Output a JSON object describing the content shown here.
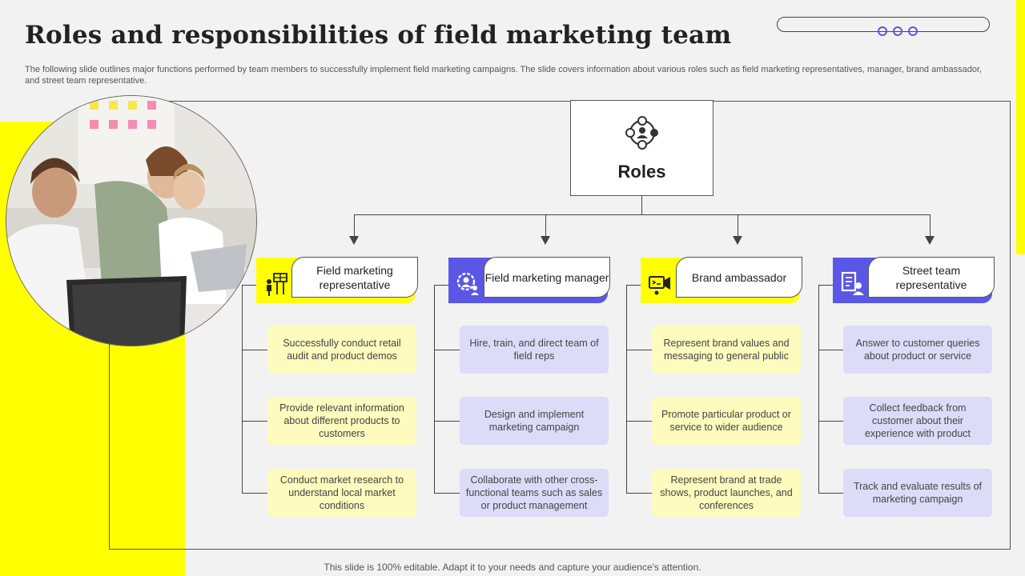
{
  "title": "Roles and responsibilities of field marketing team",
  "subtitle": "The following slide outlines major functions performed by team members to successfully implement field marketing campaigns. The slide covers information about various roles such as field marketing representatives, manager, brand ambassador, and street team representative.",
  "footer": "This slide is 100% editable. Adapt it to your needs and capture your audience's attention.",
  "root": {
    "label": "Roles",
    "icon": "team-roles-icon"
  },
  "colors": {
    "yellow": "#ffff00",
    "purple": "#5a57e6",
    "card_yellow": "#fdfbbd",
    "card_purple": "#dcdcf9"
  },
  "roles": [
    {
      "title": "Field marketing representative",
      "icon": "field-stand-icon",
      "accent": "yellow",
      "items": [
        "Successfully conduct retail audit and product demos",
        "Provide relevant information about different products to customers",
        "Conduct market research to understand local market conditions"
      ]
    },
    {
      "title": "Field marketing manager",
      "icon": "team-settings-icon",
      "accent": "purple",
      "items": [
        "Hire, train, and direct team of field reps",
        "Design and implement marketing campaign",
        "Collaborate with other cross-functional teams such as sales or product management"
      ]
    },
    {
      "title": "Brand ambassador",
      "icon": "brand-megaphone-icon",
      "accent": "yellow",
      "items": [
        "Represent brand values and messaging to general public",
        "Promote particular product or service to wider audience",
        "Represent brand at trade shows, product launches, and conferences"
      ]
    },
    {
      "title": "Street team representative",
      "icon": "representative-document-icon",
      "accent": "purple",
      "items": [
        "Answer to customer queries about product or service",
        "Collect feedback from customer about their experience with product",
        "Track and evaluate results of marketing campaign"
      ]
    }
  ]
}
